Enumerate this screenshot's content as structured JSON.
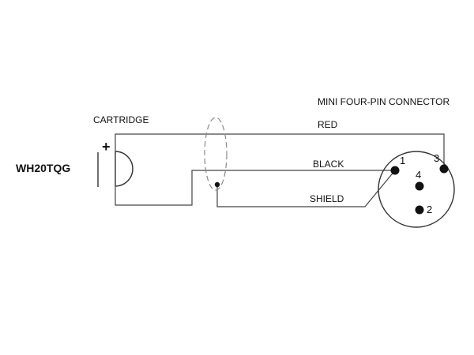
{
  "model": "WH20TQG",
  "cartridge_label": "CARTRIDGE",
  "cartridge_polarity": "+",
  "connector_label": "MINI FOUR-PIN CONNECTOR",
  "wires": {
    "red": "RED",
    "black": "BLACK",
    "shield": "SHIELD"
  },
  "pins": {
    "p1": "1",
    "p2": "2",
    "p3": "3",
    "p4": "4"
  },
  "colors": {
    "wire": "#444444",
    "shield_dash": "#888888",
    "pin": "#111111"
  }
}
